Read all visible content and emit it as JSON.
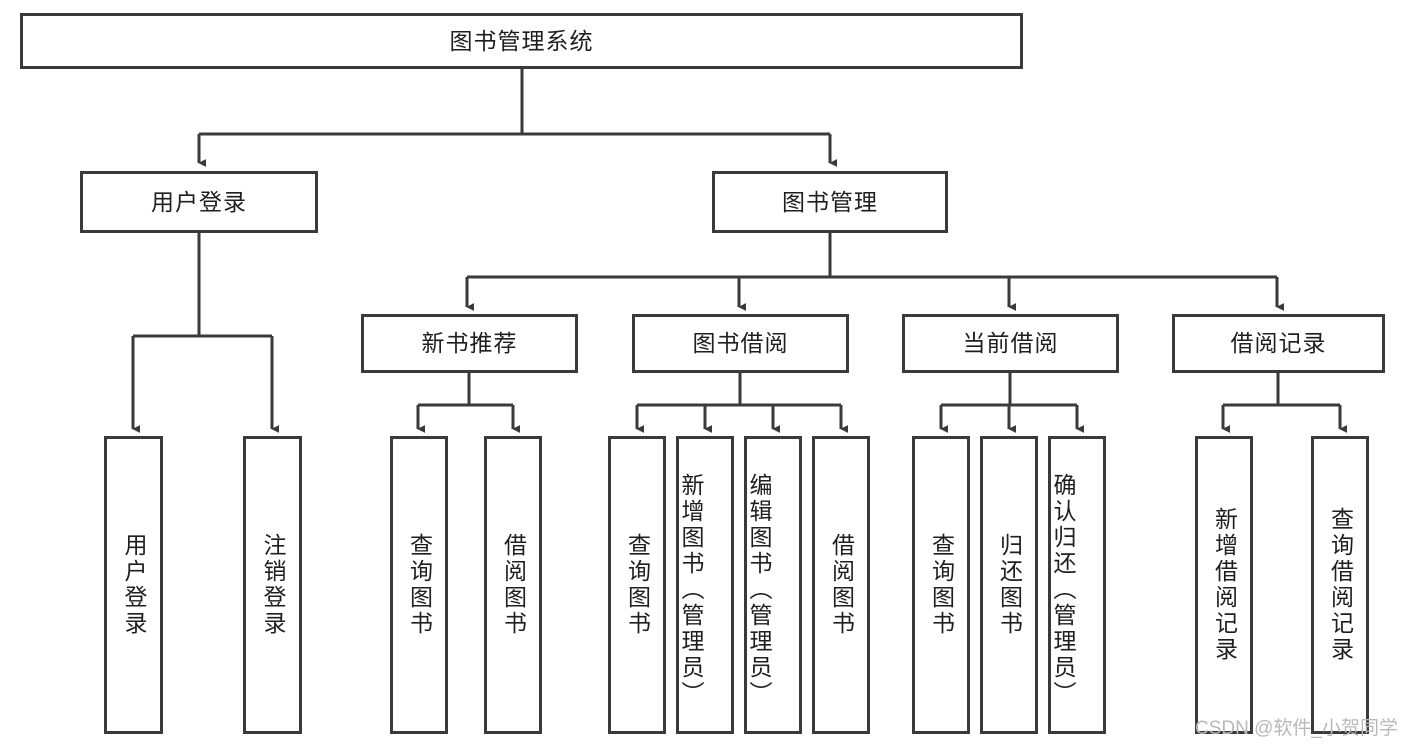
{
  "diagram": {
    "title": "图书管理系统",
    "type": "hierarchy-tree",
    "watermark": "CSDN @软件_小贺同学",
    "colors": {
      "border": "#3a3a3a",
      "background": "#ffffff",
      "text": "#1f1f1f",
      "watermark": "#b9b9b9"
    },
    "root": {
      "label": "图书管理系统"
    },
    "level2": [
      {
        "label": "用户登录"
      },
      {
        "label": "图书管理"
      }
    ],
    "level3": [
      {
        "label": "新书推荐"
      },
      {
        "label": "图书借阅"
      },
      {
        "label": "当前借阅"
      },
      {
        "label": "借阅记录"
      }
    ],
    "leaves": {
      "user_login": [
        {
          "label": "用户登录"
        },
        {
          "label": "注销登录"
        }
      ],
      "new_book_recommend": [
        {
          "label": "查询图书"
        },
        {
          "label": "借阅图书"
        }
      ],
      "book_borrow": [
        {
          "label": "查询图书"
        },
        {
          "label": "新增图书（管理员）"
        },
        {
          "label": "编辑图书（管理员）"
        },
        {
          "label": "借阅图书"
        }
      ],
      "current_borrow": [
        {
          "label": "查询图书"
        },
        {
          "label": "归还图书"
        },
        {
          "label": "确认归还（管理员）"
        }
      ],
      "borrow_record": [
        {
          "label": "新增借阅记录"
        },
        {
          "label": "查询借阅记录"
        }
      ]
    }
  }
}
